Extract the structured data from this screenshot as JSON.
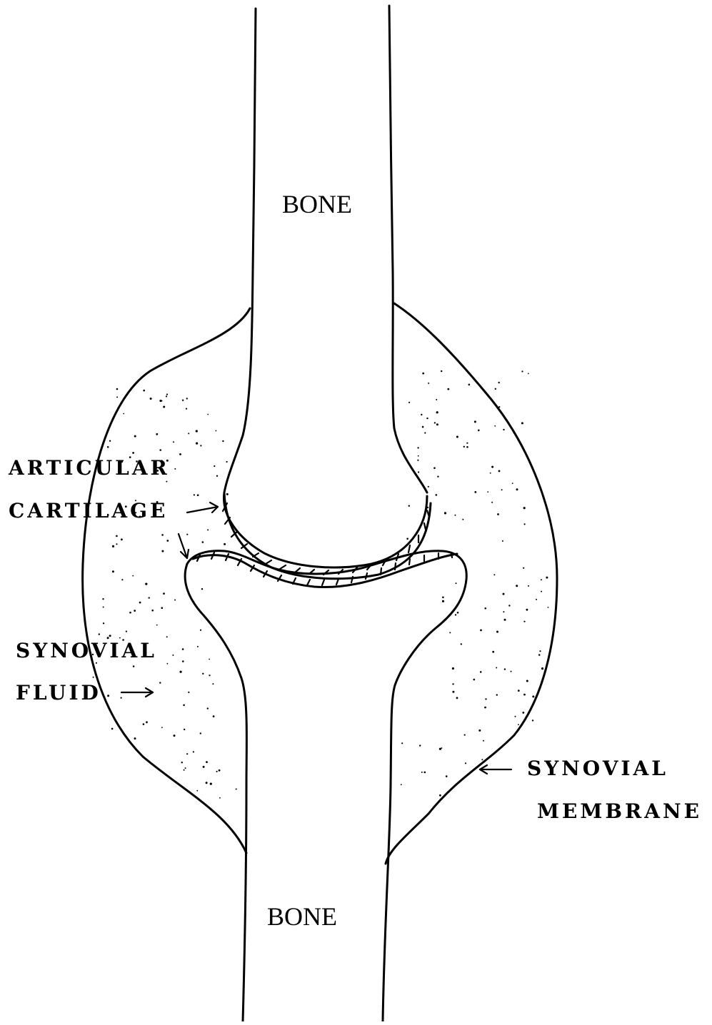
{
  "labels": {
    "bone_top": "BONE",
    "bone_bottom": "BONE",
    "articular_line1": "ARTICULAR",
    "articular_line2": "CARTILAGE",
    "fluid_line1": "SYNOVIAL",
    "fluid_line2": "FLUID",
    "membrane_line1": "SYNOVIAL",
    "membrane_line2": "MEMBRANE"
  },
  "colors": {
    "ink": "#000000",
    "background": "#ffffff"
  }
}
